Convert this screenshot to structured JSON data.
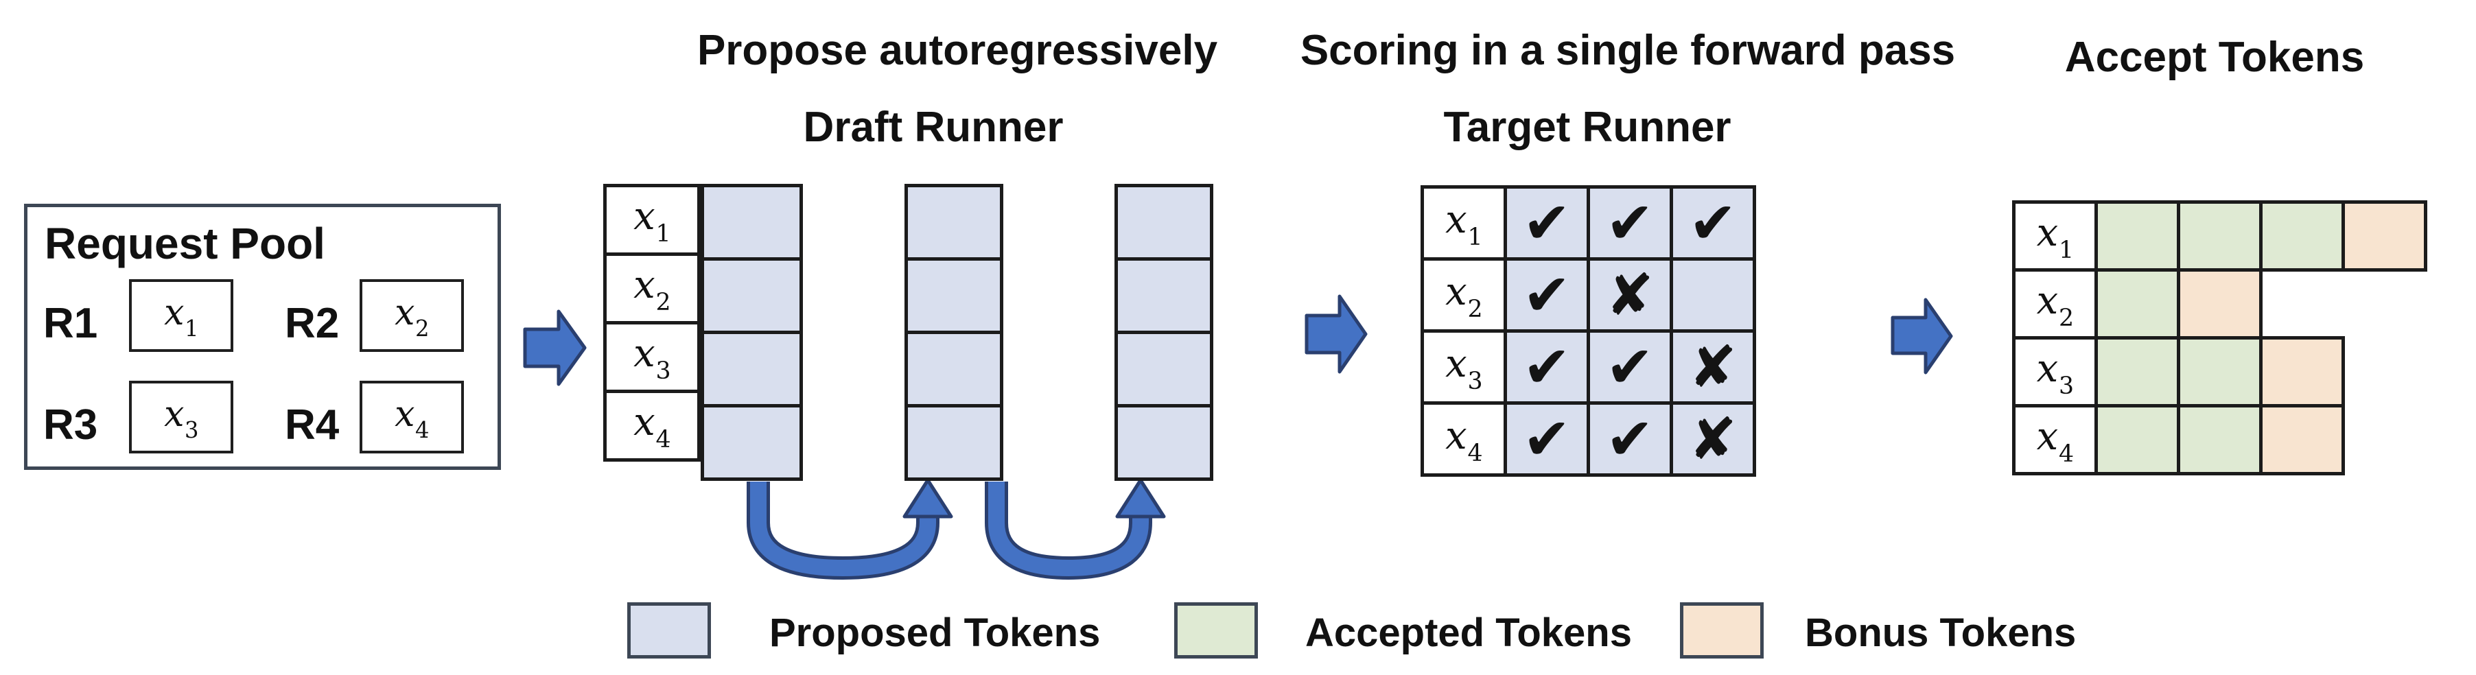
{
  "titles": {
    "propose": "Propose autoregressively",
    "draft_runner": "Draft Runner",
    "scoring": "Scoring in a single forward pass",
    "target_runner": "Target Runner",
    "accept": "Accept Tokens"
  },
  "request_pool": {
    "title": "Request Pool",
    "items": [
      {
        "id": "R1",
        "token_base": "x",
        "token_sub": "1"
      },
      {
        "id": "R2",
        "token_base": "x",
        "token_sub": "2"
      },
      {
        "id": "R3",
        "token_base": "x",
        "token_sub": "3"
      },
      {
        "id": "R4",
        "token_base": "x",
        "token_sub": "4"
      }
    ]
  },
  "row_labels": [
    {
      "base": "x",
      "sub": "1"
    },
    {
      "base": "x",
      "sub": "2"
    },
    {
      "base": "x",
      "sub": "3"
    },
    {
      "base": "x",
      "sub": "4"
    }
  ],
  "draft_grid": {
    "proposal_columns": 3,
    "rows": 4
  },
  "target_grid": {
    "rows": [
      {
        "label_base": "x",
        "label_sub": "1",
        "marks": [
          "check",
          "check",
          "check"
        ]
      },
      {
        "label_base": "x",
        "label_sub": "2",
        "marks": [
          "check",
          "cross",
          "blank"
        ]
      },
      {
        "label_base": "x",
        "label_sub": "3",
        "marks": [
          "check",
          "check",
          "cross"
        ]
      },
      {
        "label_base": "x",
        "label_sub": "4",
        "marks": [
          "check",
          "check",
          "cross"
        ]
      }
    ]
  },
  "accept_grid": {
    "rows": [
      {
        "label_base": "x",
        "label_sub": "1",
        "cells": [
          "accepted",
          "accepted",
          "accepted",
          "bonus"
        ]
      },
      {
        "label_base": "x",
        "label_sub": "2",
        "cells": [
          "accepted",
          "bonus"
        ]
      },
      {
        "label_base": "x",
        "label_sub": "3",
        "cells": [
          "accepted",
          "accepted",
          "bonus"
        ]
      },
      {
        "label_base": "x",
        "label_sub": "4",
        "cells": [
          "accepted",
          "accepted",
          "bonus"
        ]
      }
    ]
  },
  "icons": {
    "check": "✔",
    "cross": "✘",
    "flow_arrow": "block-arrow-right",
    "loop_arrow": "u-turn-up-arrow"
  },
  "legend": [
    {
      "key": "proposed",
      "label": "Proposed Tokens",
      "color": "#d9dfee"
    },
    {
      "key": "accepted",
      "label": "Accepted Tokens",
      "color": "#dfead3"
    },
    {
      "key": "bonus",
      "label": "Bonus Tokens",
      "color": "#f8e4d0"
    }
  ],
  "colors": {
    "proposed": "#d9dfee",
    "accepted": "#dfead3",
    "bonus": "#f8e4d0",
    "arrow": "#4472c4",
    "arrow_outline": "#2a3f6f",
    "grid_line": "#1b1b1b",
    "frame": "#3d4755",
    "text": "#111111"
  }
}
